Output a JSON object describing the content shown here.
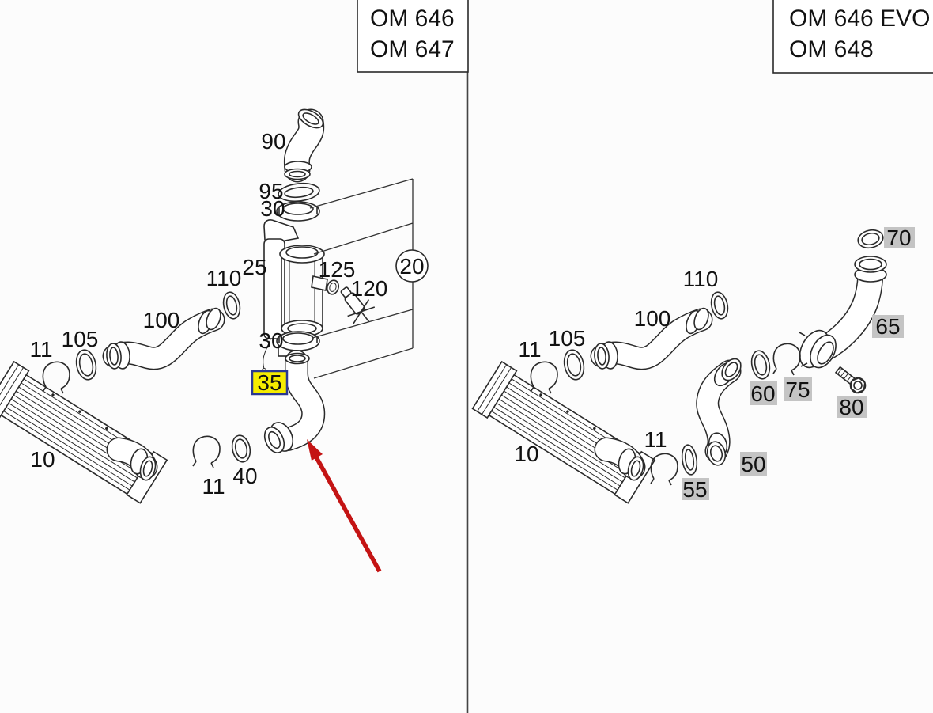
{
  "panels": {
    "left": {
      "header": {
        "line1": "OM 646",
        "line2": "OM 647"
      },
      "part_labels": [
        {
          "part": "90",
          "style": "plain"
        },
        {
          "part": "95",
          "style": "plain"
        },
        {
          "part": "30",
          "style": "plain"
        },
        {
          "part": "25",
          "style": "plain"
        },
        {
          "part": "125",
          "style": "plain"
        },
        {
          "part": "120",
          "style": "plain"
        },
        {
          "part": "20",
          "style": "circle-callout"
        },
        {
          "part": "110",
          "style": "plain"
        },
        {
          "part": "100",
          "style": "plain"
        },
        {
          "part": "105",
          "style": "plain"
        },
        {
          "part": "11",
          "style": "plain"
        },
        {
          "part": "30",
          "style": "plain"
        },
        {
          "part": "35",
          "style": "highlight"
        },
        {
          "part": "10",
          "style": "plain"
        },
        {
          "part": "40",
          "style": "plain"
        },
        {
          "part": "11",
          "style": "plain"
        }
      ]
    },
    "right": {
      "header": {
        "line1": "OM 646 EVO",
        "line2": "OM 648"
      },
      "part_labels": [
        {
          "part": "70",
          "style": "gray"
        },
        {
          "part": "65",
          "style": "gray"
        },
        {
          "part": "110",
          "style": "plain"
        },
        {
          "part": "100",
          "style": "plain"
        },
        {
          "part": "105",
          "style": "plain"
        },
        {
          "part": "11",
          "style": "plain"
        },
        {
          "part": "60",
          "style": "gray"
        },
        {
          "part": "75",
          "style": "gray"
        },
        {
          "part": "80",
          "style": "gray"
        },
        {
          "part": "50",
          "style": "gray"
        },
        {
          "part": "10",
          "style": "plain"
        },
        {
          "part": "11",
          "style": "plain"
        },
        {
          "part": "55",
          "style": "gray"
        }
      ]
    }
  },
  "colors": {
    "background": "#fcfcfc",
    "line": "#2a2a2a",
    "highlight_bg": "#f5ec00",
    "highlight_border": "#2b3990",
    "gray_label_bg": "#c4c4c4",
    "arrow": "#c41414"
  }
}
